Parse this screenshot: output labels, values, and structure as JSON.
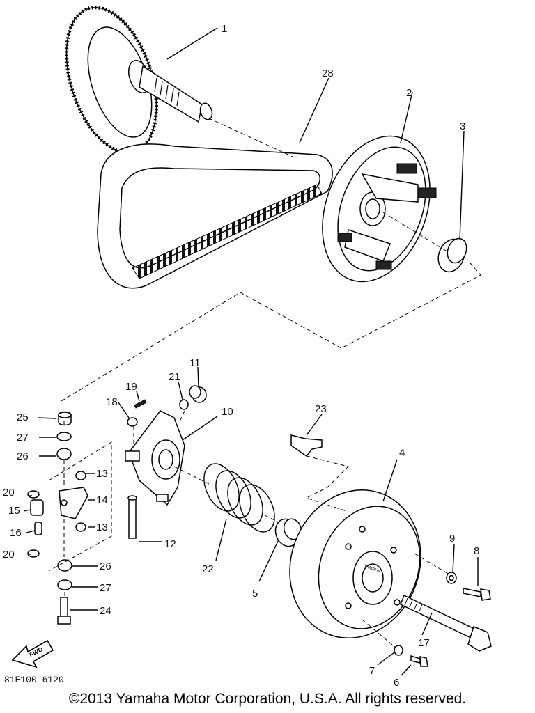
{
  "diagram": {
    "drawing_code": "81E100-6120",
    "fwd_label": "FWD",
    "brand_mark": "YAMAHA",
    "labels": [
      {
        "id": "1",
        "text": "1"
      },
      {
        "id": "2",
        "text": "2"
      },
      {
        "id": "3",
        "text": "3"
      },
      {
        "id": "4",
        "text": "4"
      },
      {
        "id": "5",
        "text": "5"
      },
      {
        "id": "6",
        "text": "6"
      },
      {
        "id": "7",
        "text": "7"
      },
      {
        "id": "8",
        "text": "8"
      },
      {
        "id": "9",
        "text": "9"
      },
      {
        "id": "10",
        "text": "10"
      },
      {
        "id": "11",
        "text": "11"
      },
      {
        "id": "12",
        "text": "12"
      },
      {
        "id": "13a",
        "text": "13"
      },
      {
        "id": "13b",
        "text": "13"
      },
      {
        "id": "14",
        "text": "14"
      },
      {
        "id": "15",
        "text": "15"
      },
      {
        "id": "16",
        "text": "16"
      },
      {
        "id": "17",
        "text": "17"
      },
      {
        "id": "18",
        "text": "18"
      },
      {
        "id": "19",
        "text": "19"
      },
      {
        "id": "20a",
        "text": "20"
      },
      {
        "id": "20b",
        "text": "20"
      },
      {
        "id": "21",
        "text": "21"
      },
      {
        "id": "22",
        "text": "22"
      },
      {
        "id": "23",
        "text": "23"
      },
      {
        "id": "24",
        "text": "24"
      },
      {
        "id": "25",
        "text": "25"
      },
      {
        "id": "26a",
        "text": "26"
      },
      {
        "id": "26b",
        "text": "26"
      },
      {
        "id": "27a",
        "text": "27"
      },
      {
        "id": "27b",
        "text": "27"
      },
      {
        "id": "28",
        "text": "28"
      }
    ]
  },
  "footer": {
    "copyright": "©2013 Yamaha Motor Corporation, U.S.A. All rights reserved."
  }
}
